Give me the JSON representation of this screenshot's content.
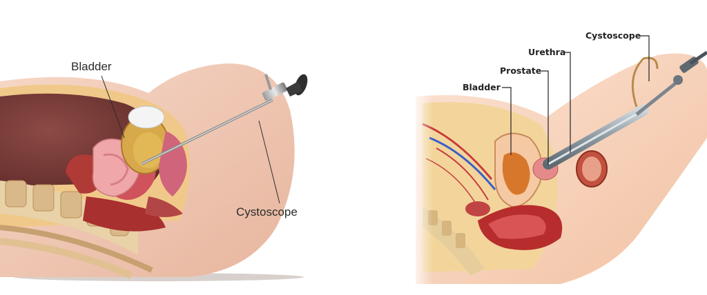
{
  "left_diagram": {
    "labels": {
      "bladder": "Bladder",
      "cystoscope": "Cystoscope"
    }
  },
  "right_diagram": {
    "labels": {
      "cystoscope": "Cystoscope",
      "urethra": "Urethra",
      "prostate": "Prostate",
      "bladder": "Bladder"
    }
  }
}
